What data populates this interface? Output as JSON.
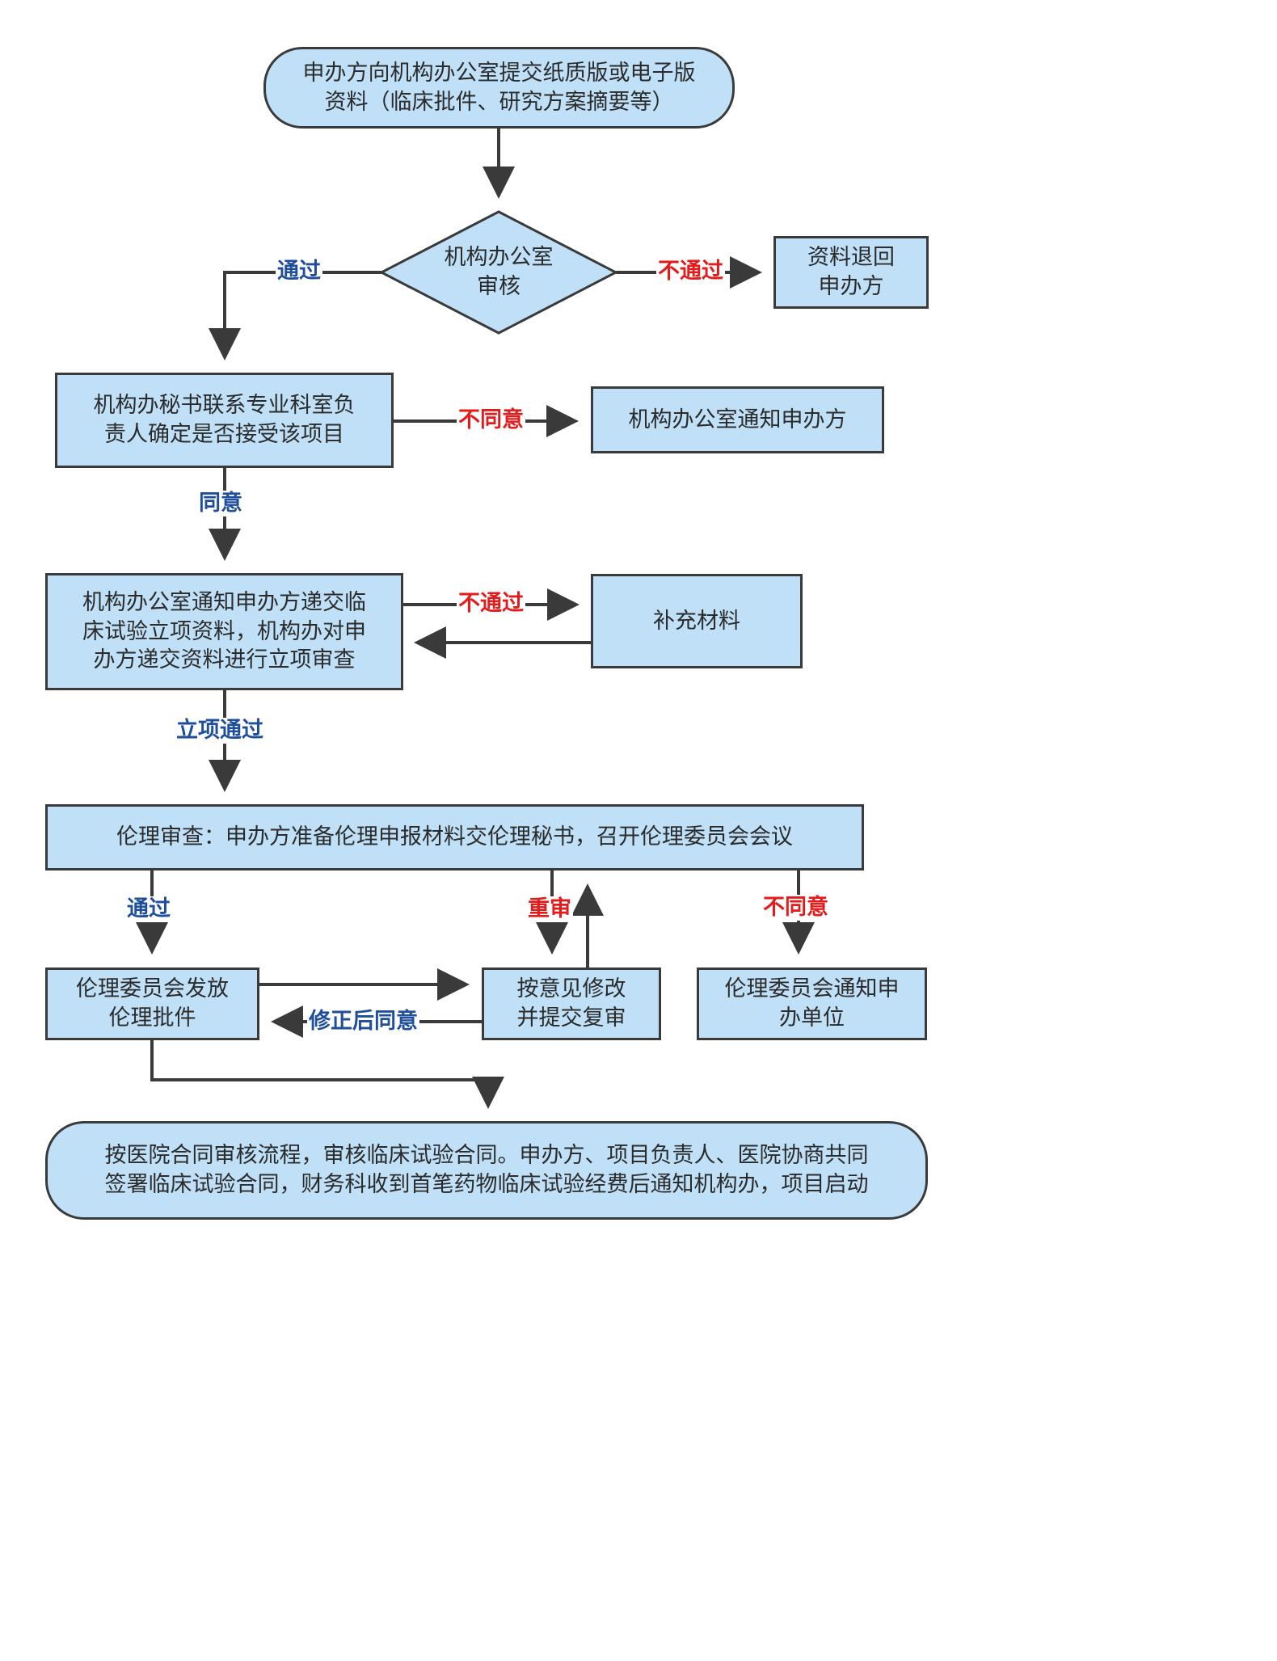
{
  "nodes": {
    "start": {
      "line1": "申办方向机构办公室提交纸质版或电子版",
      "line2": "资料（临床批件、研究方案摘要等）"
    },
    "review": {
      "line1": "机构办公室",
      "line2": "审核"
    },
    "returned": {
      "line1": "资料退回",
      "line2": "申办方"
    },
    "secretary": {
      "line1": "机构办秘书联系专业科室负",
      "line2": "责人确定是否接受该项目"
    },
    "notify_sponsor": {
      "line1": "机构办公室通知申办方"
    },
    "project_review": {
      "line1": "机构办公室通知申办方递交临",
      "line2": "床试验立项资料，机构办对申",
      "line3": "办方递交资料进行立项审查"
    },
    "supplement": {
      "line1": "补充材料"
    },
    "ethics": {
      "line1": "伦理审查：申办方准备伦理申报材料交伦理秘书，召开伦理委员会会议"
    },
    "approval": {
      "line1": "伦理委员会发放",
      "line2": "伦理批件"
    },
    "revise": {
      "line1": "按意见修改",
      "line2": "并提交复审"
    },
    "ethics_notify": {
      "line1": "伦理委员会通知申",
      "line2": "办单位"
    },
    "contract": {
      "line1": "按医院合同审核流程，审核临床试验合同。申办方、项目负责人、医院协商共同",
      "line2": "签署临床试验合同，财务科收到首笔药物临床试验经费后通知机构办，项目启动"
    }
  },
  "labels": {
    "pass1": "通过",
    "fail1": "不通过",
    "disagree1": "不同意",
    "agree1": "同意",
    "fail2": "不通过",
    "project_pass": "立项通过",
    "pass2": "通过",
    "rereview": "重审",
    "disagree2": "不同意",
    "agree_after_fix": "修正后同意"
  },
  "colors": {
    "box_fill": "#bfe0f7",
    "border": "#3a3a3a",
    "label_blue": "#1f4e9c",
    "label_red": "#e31b1b"
  }
}
